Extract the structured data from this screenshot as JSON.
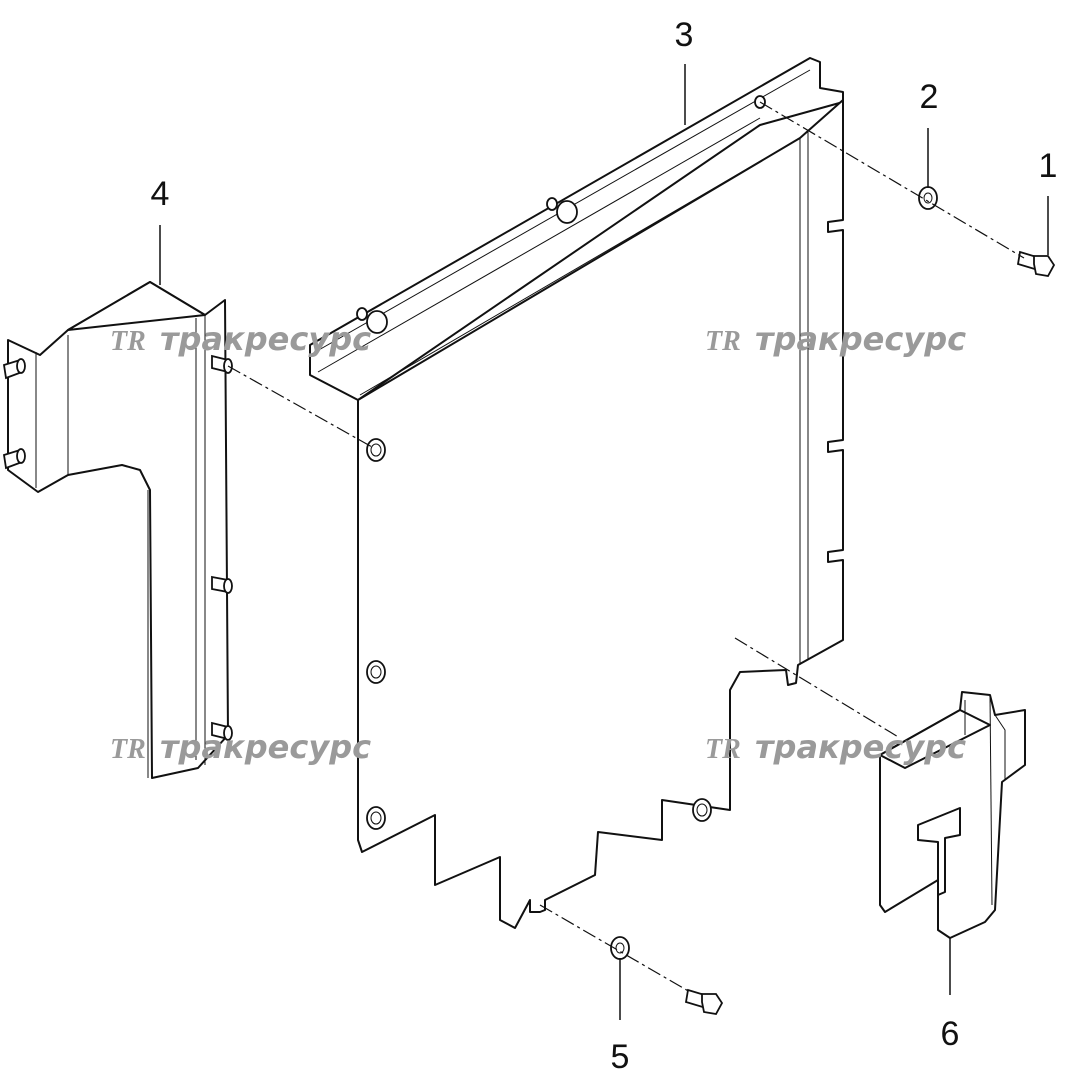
{
  "callouts": {
    "c1": "1",
    "c2": "2",
    "c3": "3",
    "c4": "4",
    "c5": "5",
    "c6": "6"
  },
  "watermark": {
    "mark": "TR",
    "text": "тракресурс"
  },
  "colors": {
    "line": "#111111",
    "watermark": "#9a9a9a",
    "background": "#ffffff"
  }
}
